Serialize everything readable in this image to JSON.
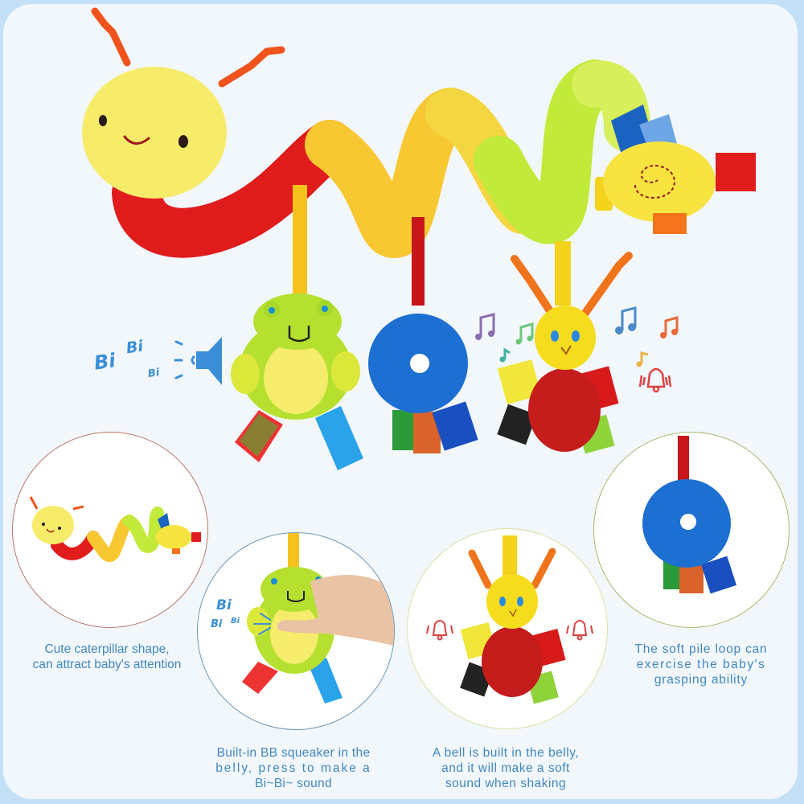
{
  "product": {
    "name": "Caterpillar spiral plush stroller toy",
    "hero": {
      "sound_effect": {
        "words": [
          "Bi",
          "Bi",
          "Bi"
        ],
        "icon": "speaker-icon"
      },
      "music": {
        "icons": [
          "music-note-icon",
          "music-note-icon",
          "music-note-icon",
          "music-note-icon",
          "music-note-icon",
          "music-note-icon"
        ],
        "bell_icon": "bell-icon"
      },
      "hanging_toys": [
        "frog squeaker",
        "blue plush ring",
        "bee bell rattle"
      ]
    },
    "features": [
      {
        "id": "caterpillar-shape",
        "lines": [
          "Cute caterpillar shape,",
          "can attract baby's attention"
        ],
        "circle_border": "#b9776c"
      },
      {
        "id": "bb-squeaker",
        "lines": [
          "Built-in BB squeaker in the",
          "belly, press to make a",
          "Bi~Bi~ sound"
        ],
        "sound_words": [
          "Bi",
          "Bi",
          "Bi"
        ],
        "circle_border": "#6c97b9"
      },
      {
        "id": "bell",
        "lines": [
          "A bell is built in the belly,",
          "and it will make a soft",
          "sound when shaking"
        ],
        "circle_border": "#d9e3a3"
      },
      {
        "id": "pile-loop",
        "lines": [
          "The soft pile loop can",
          "exercise the baby's",
          "grasping ability"
        ],
        "circle_border": "#a8b96a"
      }
    ]
  },
  "colors": {
    "frame": "#c3e0f7",
    "panel": "#f2f7fc",
    "caption_text": "#3f86c4",
    "accent_blue": "#3b8fd9",
    "caterpillar_yellow": "#f7e85a",
    "caterpillar_red": "#e01c1c",
    "ring_blue": "#1d6fd1",
    "frog_green": "#b5e02f"
  }
}
